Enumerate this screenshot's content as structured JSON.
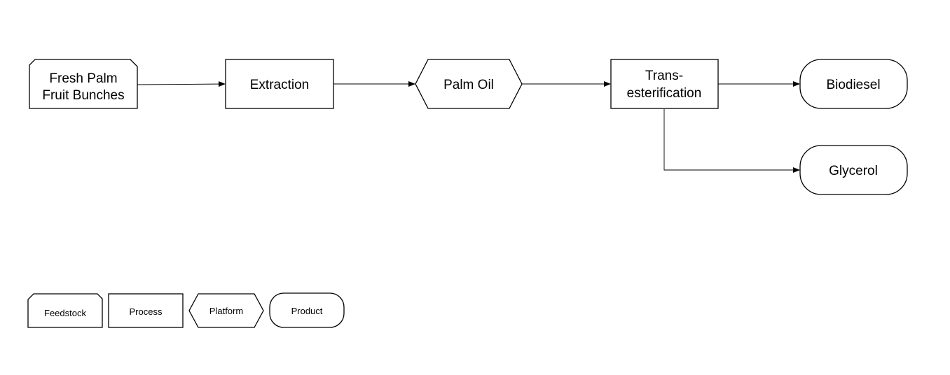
{
  "nodes": {
    "fresh_palm": {
      "type": "Feedstock",
      "lines": [
        "Fresh Palm",
        "Fruit Bunches"
      ]
    },
    "extraction": {
      "type": "Process",
      "lines": [
        "Extraction"
      ]
    },
    "palm_oil": {
      "type": "Platform",
      "lines": [
        "Palm Oil"
      ]
    },
    "transesterification": {
      "type": "Process",
      "lines": [
        "Trans-",
        "esterification"
      ]
    },
    "biodiesel": {
      "type": "Product",
      "lines": [
        "Biodiesel"
      ]
    },
    "glycerol": {
      "type": "Product",
      "lines": [
        "Glycerol"
      ]
    }
  },
  "edges": [
    {
      "from": "fresh_palm",
      "to": "extraction"
    },
    {
      "from": "extraction",
      "to": "palm_oil"
    },
    {
      "from": "palm_oil",
      "to": "transesterification"
    },
    {
      "from": "transesterification",
      "to": "biodiesel"
    },
    {
      "from": "transesterification",
      "to": "glycerol"
    }
  ],
  "legend": {
    "feedstock": "Feedstock",
    "process": "Process",
    "platform": "Platform",
    "product": "Product"
  }
}
